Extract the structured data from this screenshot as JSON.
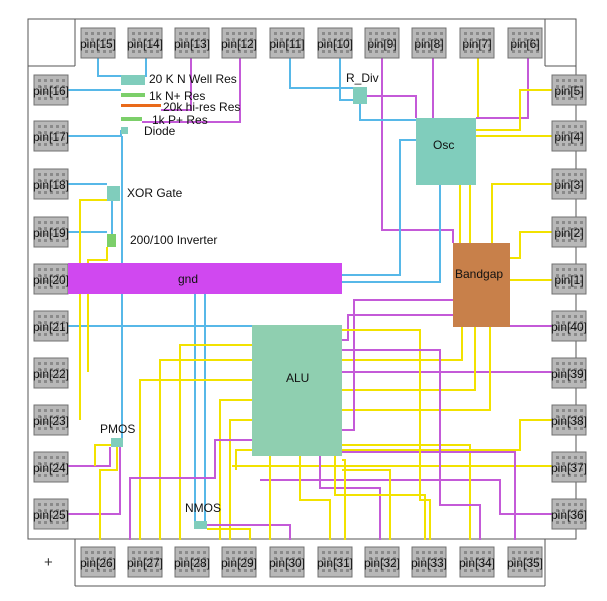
{
  "colors": {
    "pad_fill": "#b8b8b8",
    "pad_border": "#707070",
    "wire_yellow": "#f2e200",
    "wire_blue": "#57b8e8",
    "wire_magenta": "#c45ad8",
    "gnd": "#d048f0",
    "teal_block": "#80cdbc",
    "alu": "#8fcfb0",
    "bandgap": "#c8804a",
    "orange_res": "#e96a1a",
    "green_res": "#7ccf6a"
  },
  "pins": {
    "top": [
      "pin[15]",
      "pin[14]",
      "pin[13]",
      "pin[12]",
      "pin[11]",
      "pin[10]",
      "pin[9]",
      "pin[8]",
      "pin[7]",
      "pin[6]"
    ],
    "left": [
      "pin[16]",
      "pin[17]",
      "pin[18]",
      "pin[19]",
      "pin[20]",
      "pin[21]",
      "pin[22]",
      "pin[23]",
      "pin[24]",
      "pin[25]"
    ],
    "right": [
      "pin[5]",
      "pin[4]",
      "pin[3]",
      "pin[2]",
      "pin[1]",
      "pin[40]",
      "pin[39]",
      "pin[38]",
      "pin[37]",
      "pin[36]"
    ],
    "bottom": [
      "pin[26]",
      "pin[27]",
      "pin[28]",
      "pin[29]",
      "pin[30]",
      "pin[31]",
      "pin[32]",
      "pin[33]",
      "pin[34]",
      "pin[35]"
    ]
  },
  "blocks": {
    "osc": "Osc",
    "bandgap": "Bandgap",
    "alu": "ALU",
    "gnd": "gnd",
    "r_div": "R_Div",
    "xor": "XOR Gate",
    "inverter": "200/100 Inverter",
    "pmos": "PMOS",
    "nmos": "NMOS"
  },
  "resistors": {
    "nwell": "20 K N Well Res",
    "nplus": "1k N+  Res",
    "hires": "20k hi-res Res",
    "pplus": "1k P+ Res",
    "diode": "Diode"
  },
  "corner_symbol": "+"
}
